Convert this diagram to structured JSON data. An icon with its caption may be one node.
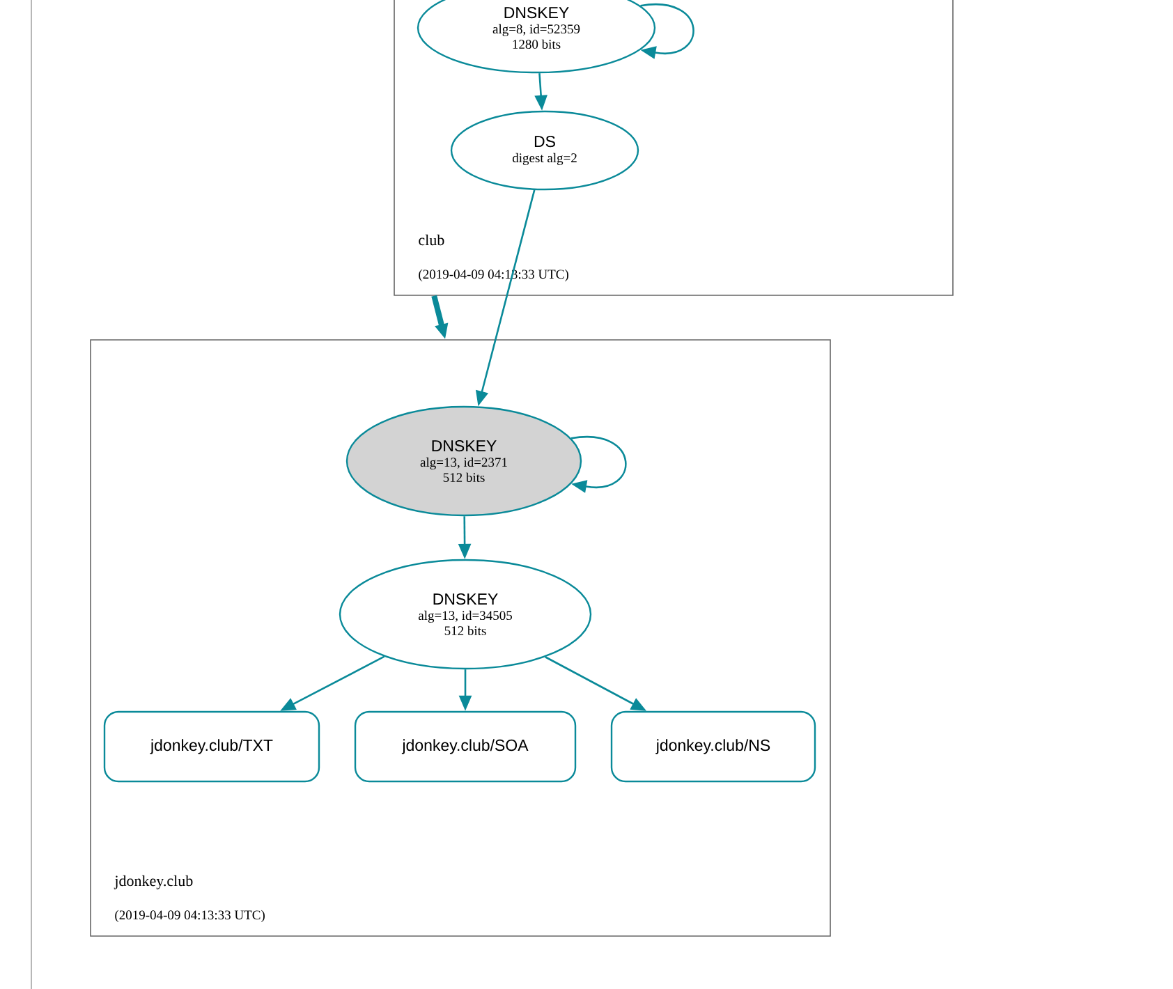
{
  "diagram": {
    "nodes": [
      {
        "text": [
          "club",
          "(2019-04-09 04:13:33 UTC)"
        ]
      },
      {
        "text": [
          "DNSKEY",
          "alg=8, id=52359",
          "1280 bits"
        ],
        "in": 0
      },
      {
        "text": [
          "DS",
          "digest alg=2"
        ],
        "in": 0
      },
      {
        "text": [
          "jdonkey.club",
          "(2019-04-09 04:13:33 UTC)"
        ]
      },
      {
        "text": [
          "DNSKEY",
          "alg=13, id=2371",
          "512 bits"
        ],
        "in": 3
      },
      {
        "text": [
          "DNSKEY",
          "alg=13, id=34505",
          "512 bits"
        ],
        "in": 3
      },
      {
        "text": [
          "jdonkey.club/TXT"
        ],
        "in": 3
      },
      {
        "text": [
          "jdonkey.club/SOA"
        ],
        "in": 3
      },
      {
        "text": [
          "jdonkey.club/NS"
        ],
        "in": 3
      }
    ],
    "edges": [
      {
        "from": 1,
        "to": 1,
        "arrow": "to"
      },
      {
        "from": 1,
        "to": 2,
        "arrow": "to"
      },
      {
        "from": 0,
        "to": 3,
        "arrow": "to",
        "style": "thick"
      },
      {
        "from": 2,
        "to": 4,
        "arrow": "to"
      },
      {
        "from": 4,
        "to": 4,
        "arrow": "to"
      },
      {
        "from": 4,
        "to": 5,
        "arrow": "to"
      },
      {
        "from": 5,
        "to": 6,
        "arrow": "to"
      },
      {
        "from": 5,
        "to": 7,
        "arrow": "to"
      },
      {
        "from": 5,
        "to": 8,
        "arrow": "to"
      }
    ]
  }
}
